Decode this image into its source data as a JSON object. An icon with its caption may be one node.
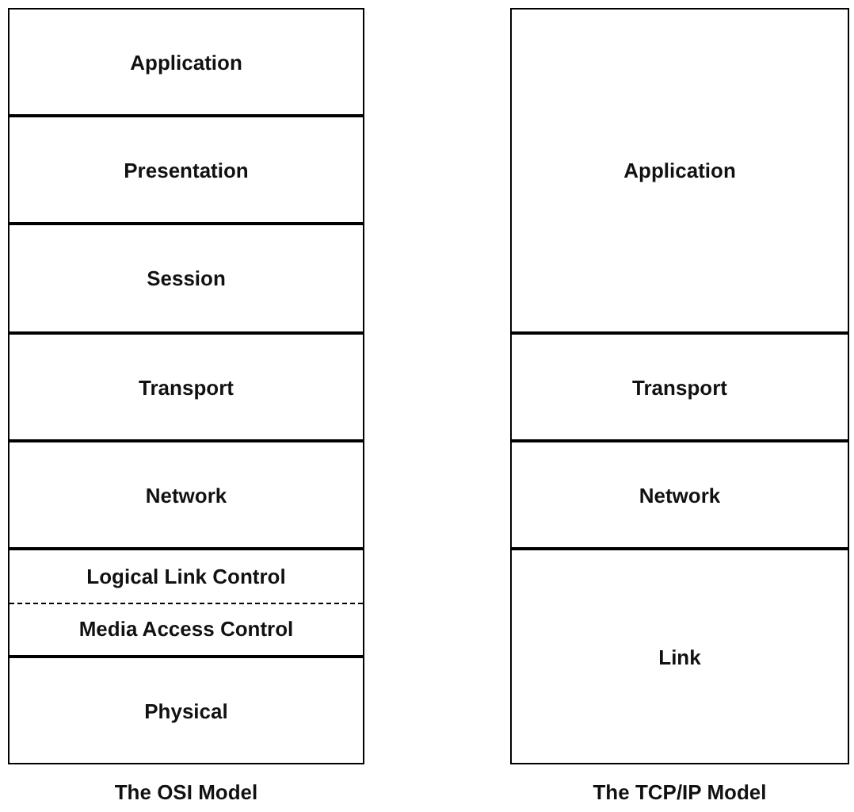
{
  "diagram": {
    "nodes": [
      {
        "text": [
          "Application"
        ]
      },
      {
        "text": [
          "Presentation"
        ]
      },
      {
        "text": [
          "Session"
        ]
      },
      {
        "text": [
          "Transport"
        ]
      },
      {
        "text": [
          "Network"
        ]
      },
      {
        "text": [
          "Logical Link Control",
          "Media Access Control"
        ]
      },
      {
        "text": [
          "Physical"
        ]
      },
      {
        "text": [
          "Application"
        ]
      },
      {
        "text": [
          "Transport"
        ]
      },
      {
        "text": [
          "Network"
        ]
      },
      {
        "text": [
          "Link"
        ]
      }
    ],
    "edges": [],
    "labels": [
      "The OSI Model",
      "The TCP/IP Model"
    ]
  }
}
